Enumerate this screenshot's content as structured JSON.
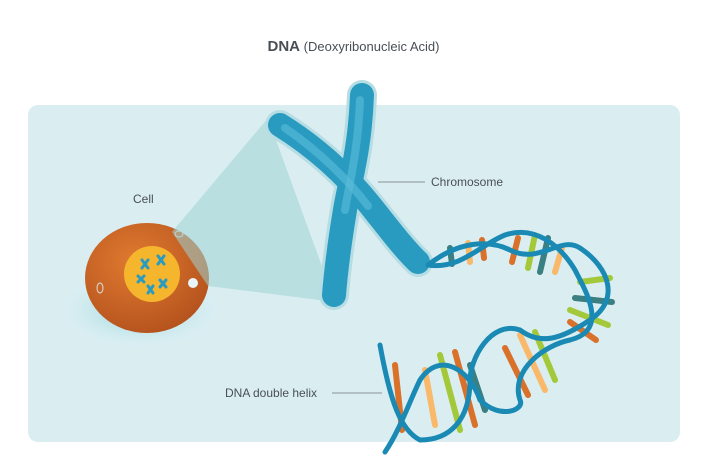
{
  "title": {
    "main": "DNA",
    "sub": "(Deoxyribonucleic Acid)"
  },
  "labels": {
    "cell": "Cell",
    "chromosome": "Chromosome",
    "helix": "DNA double helix"
  },
  "colors": {
    "panel": "#daeef2",
    "cell": "#c25a22",
    "nucleus": "#f5b52d",
    "chromosome": "#2a9bc0",
    "helix": "#1a8ab4",
    "rung_orange": "#d9712b",
    "rung_peach": "#f9b86a",
    "rung_green": "#a3c93a",
    "rung_teal": "#3a7f82",
    "text": "#4a4f55"
  }
}
